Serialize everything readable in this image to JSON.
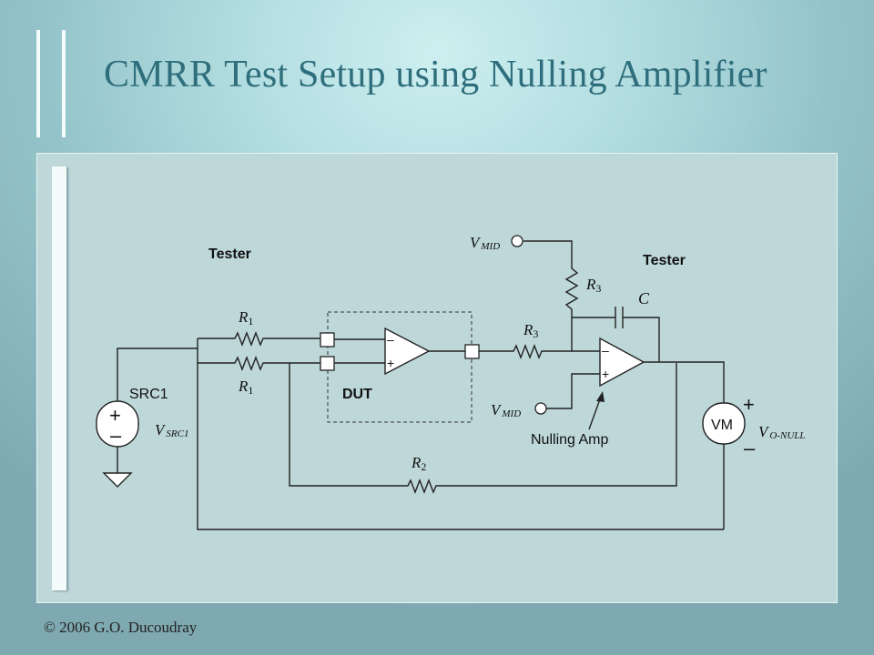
{
  "slide": {
    "title": "CMRR Test Setup using Nulling Amplifier",
    "footer": "© 2006 G.O. Ducoudray"
  },
  "circuit": {
    "tester_left": "Tester",
    "tester_right": "Tester",
    "dut": "DUT",
    "src": "SRC1",
    "vsrc_main": "V",
    "vsrc_sub": "SRC1",
    "vmid_main": "V",
    "vmid_sub": "MID",
    "r_main": "R",
    "r1_sub": "1",
    "r2_sub": "2",
    "r3_sub": "3",
    "cap": "C",
    "vm": "VM",
    "vonull_main": "V",
    "vonull_sub": "O-NULL",
    "nulling_amp": "Nulling Amp",
    "plus": "+",
    "minus": "–"
  }
}
